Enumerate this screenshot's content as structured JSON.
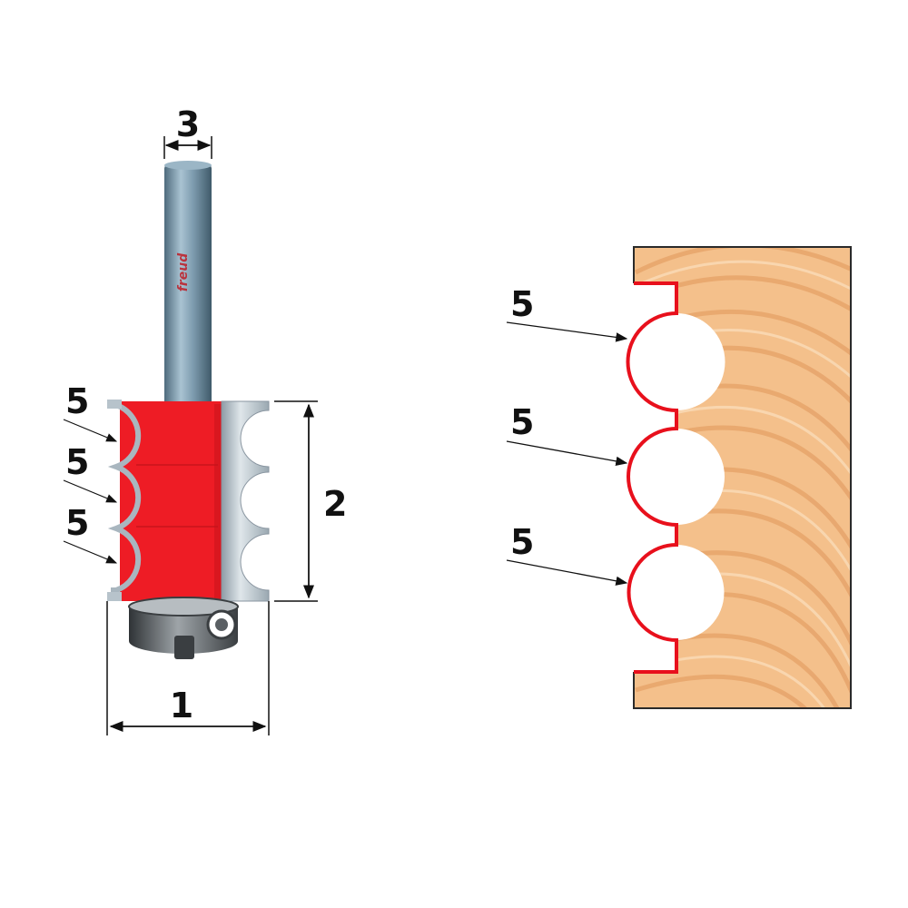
{
  "dimension_labels": {
    "overall_diameter": "1",
    "cutting_height": "2",
    "shank_diameter": "3",
    "radius": "5"
  },
  "bit_brand_mark": "freud",
  "profile_label_count": 3,
  "colors": {
    "cutter_red": "#ee1c25",
    "carbide": "#b7c3cb",
    "shank_steel": "#6f8fa3",
    "bearing": "#5a5f63",
    "wood": "#f4c08b",
    "wood_grain": "#e0965a",
    "profile_edge": "#e8101c"
  }
}
